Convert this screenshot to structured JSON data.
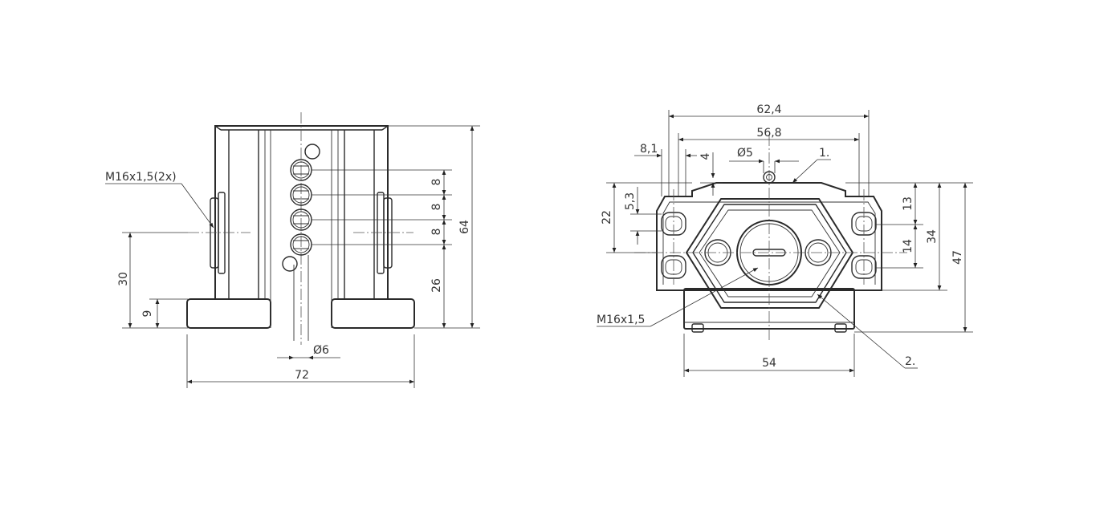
{
  "left_view": {
    "dims": {
      "height_total": "64",
      "width_total": "72",
      "base_height": "9",
      "port_height": "30",
      "lower_offset": "26",
      "pitch_1": "8",
      "pitch_2": "8",
      "pitch_3": "8",
      "hole_dia": "Ø6"
    },
    "callout_thread": "M16x1,5(2x)"
  },
  "right_view": {
    "dims": {
      "width_top": "62,4",
      "width_inner": "56,8",
      "side_offset": "8,1",
      "small_dim": "4",
      "pin_dia": "Ø5",
      "left_22": "22",
      "left_5_3": "5,3",
      "right_13": "13",
      "right_14": "14",
      "right_34": "34",
      "height_47": "47",
      "base_width": "54"
    },
    "callout_thread": "M16x1,5",
    "callout_1": "1.",
    "callout_2": "2."
  }
}
